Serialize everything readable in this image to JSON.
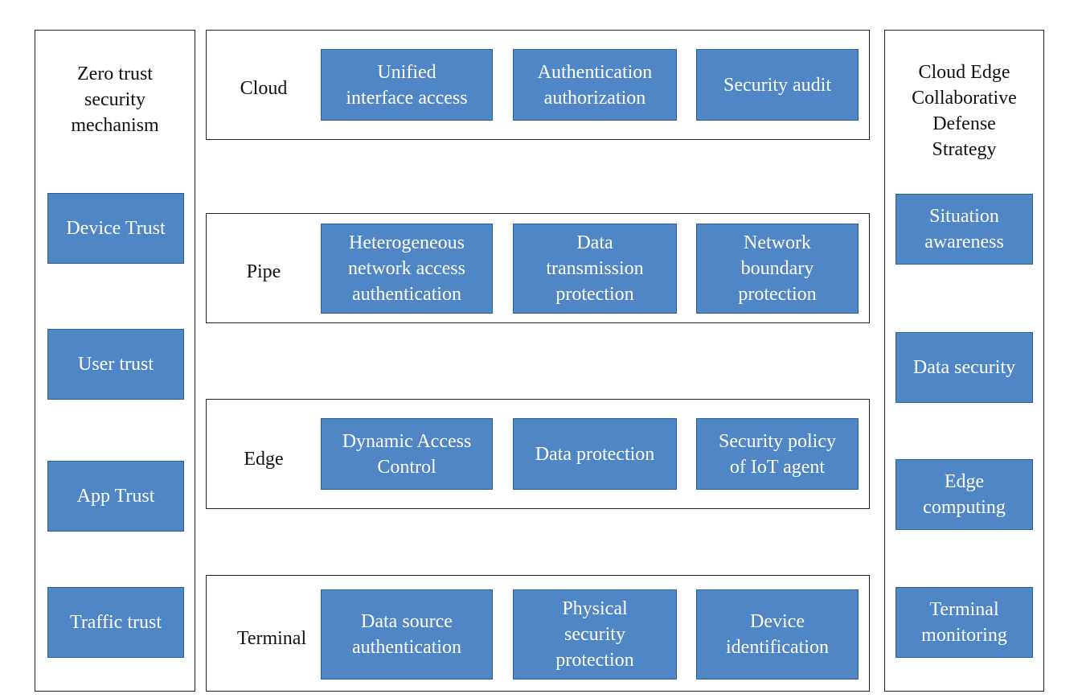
{
  "left_panel": {
    "title": "Zero trust\nsecurity\nmechanism",
    "items": [
      "Device Trust",
      "User trust",
      "App Trust",
      "Traffic trust"
    ]
  },
  "right_panel": {
    "title": "Cloud Edge\nCollaborative\nDefense\nStrategy",
    "items": [
      "Situation\nawareness",
      "Data security",
      "Edge\ncomputing",
      "Terminal\nmonitoring"
    ]
  },
  "layers": [
    {
      "label": "Cloud",
      "items": [
        "Unified\ninterface access",
        "Authentication\nauthorization",
        "Security audit"
      ]
    },
    {
      "label": "Pipe",
      "items": [
        "Heterogeneous\nnetwork access\nauthentication",
        "Data\ntransmission\nprotection",
        "Network\nboundary\nprotection"
      ]
    },
    {
      "label": "Edge",
      "items": [
        "Dynamic Access\nControl",
        "Data protection",
        "Security policy\nof IoT agent"
      ]
    },
    {
      "label": "Terminal",
      "items": [
        "Data source\nauthentication",
        "Physical\nsecurity\nprotection",
        "Device\nidentification"
      ]
    }
  ],
  "colors": {
    "box_fill": "#4f86c6",
    "box_border": "#2e5f93",
    "box_text": "#ffffff"
  }
}
